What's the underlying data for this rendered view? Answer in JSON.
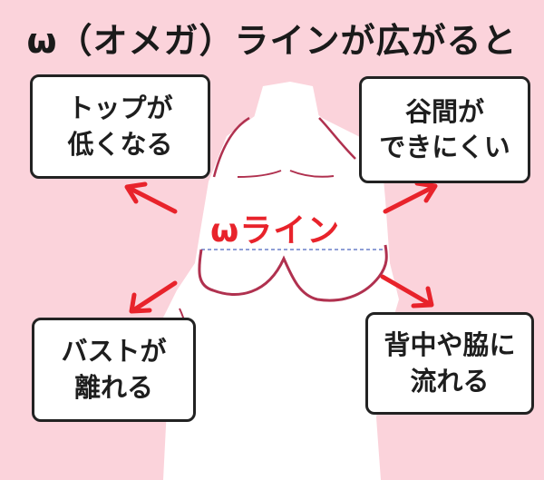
{
  "title": "ω（オメガ）ラインが広がると",
  "center_label": "ωライン",
  "boxes": {
    "top_left": {
      "line1": "トップが",
      "line2": "低くなる"
    },
    "top_right": {
      "line1": "谷間が",
      "line2": "できにくい"
    },
    "bottom_left": {
      "line1": "バストが",
      "line2": "離れる"
    },
    "bottom_right": {
      "line1": "背中や脇に",
      "line2": "流れる"
    }
  },
  "colors": {
    "background": "#fbd3db",
    "arrow": "#e8232b",
    "outline": "#b0314f",
    "dashed_line": "#8f9fd6"
  }
}
